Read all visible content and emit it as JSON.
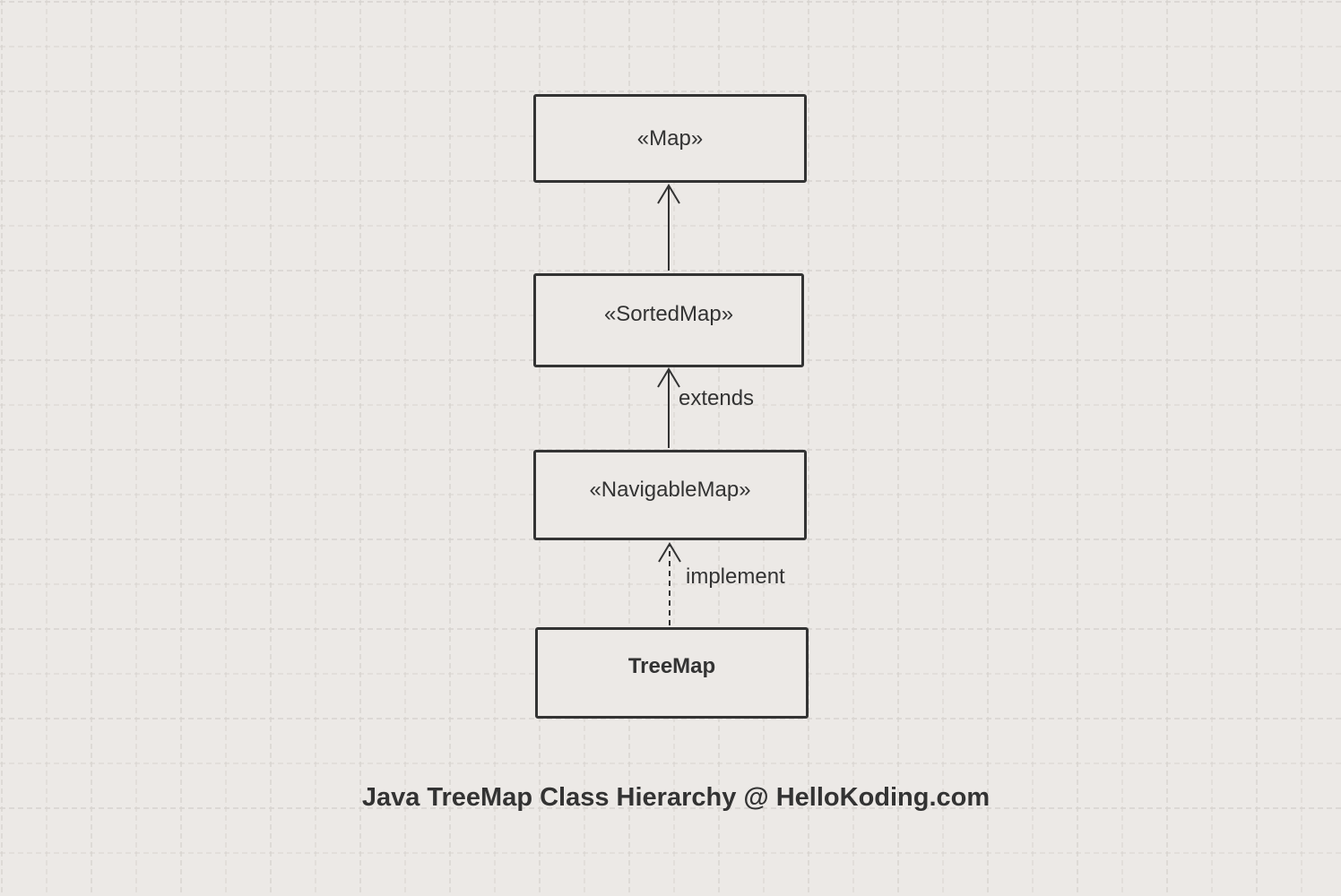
{
  "colors": {
    "background": "#ece9e6",
    "grid_line": "#d7d3cf",
    "ink": "#333333"
  },
  "nodes": {
    "map": {
      "label": "«Map»"
    },
    "sorted_map": {
      "label": "«SortedMap»"
    },
    "navigable_map": {
      "label": "«NavigableMap»"
    },
    "tree_map": {
      "label": "TreeMap"
    }
  },
  "edges": {
    "sorted_to_map": {
      "label": "",
      "style": "solid"
    },
    "navigable_to_sorted": {
      "label": "extends",
      "style": "solid"
    },
    "treemap_to_navigable": {
      "label": "implement",
      "style": "dashed"
    }
  },
  "caption": "Java TreeMap Class Hierarchy @ HelloKoding.com"
}
